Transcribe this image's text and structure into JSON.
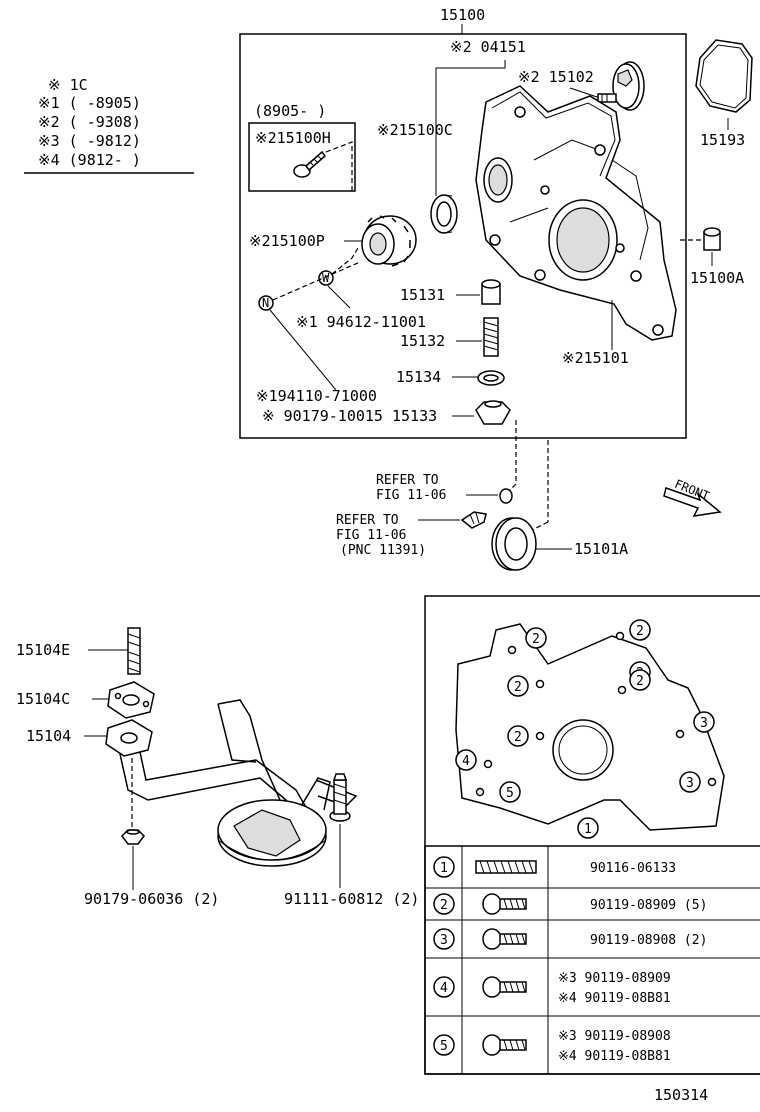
{
  "legend": {
    "header": "※ 1C",
    "rows": [
      "※1 (    -8905)",
      "※2 (    -9308)",
      "※3 (    -9812)",
      "※4 (9812-    )"
    ]
  },
  "assembly_label": "15100",
  "inset_range": "(8905-    )",
  "callouts": {
    "c_04151": "※2 04151",
    "c_15102": "※2 15102",
    "c_15193": "15193",
    "c_15100H": "※215100H",
    "c_15100C": "※215100C",
    "c_15100P": "※215100P",
    "c_15100A": "15100A",
    "c_15131": "15131",
    "c_94612": "※1 94612-11001",
    "c_15132": "15132",
    "c_15101": "※215101",
    "c_15134": "15134",
    "c_194110": "※194110-71000",
    "c_90179_10015": "※ 90179-10015",
    "c_15133": "15133",
    "c_refer1a": "REFER TO",
    "c_refer1b": "FIG 11-06",
    "c_refer2a": "REFER TO",
    "c_refer2b": "FIG 11-06",
    "c_refer2c": "(PNC 11391)",
    "c_15101A": "15101A",
    "c_front": "FRONT",
    "c_15104E": "15104E",
    "c_15104C": "15104C",
    "c_15104": "15104",
    "c_90179_06036": "90179-06036 (2)",
    "c_91111": "91111-60812 (2)",
    "marker_w": "W",
    "marker_n": "N"
  },
  "bolt_circles": [
    "2",
    "2",
    "2",
    "2",
    "2",
    "2",
    "3",
    "3",
    "4",
    "5",
    "1"
  ],
  "bolt_table": [
    {
      "num": "1",
      "parts": [
        "90116-06133"
      ]
    },
    {
      "num": "2",
      "parts": [
        "90119-08909 (5)"
      ]
    },
    {
      "num": "3",
      "parts": [
        "90119-08908 (2)"
      ]
    },
    {
      "num": "4",
      "parts": [
        "※3  90119-08909",
        "※4  90119-08B81"
      ]
    },
    {
      "num": "5",
      "parts": [
        "※3  90119-08908",
        "※4  90119-08B81"
      ]
    }
  ],
  "figure_number": "150314"
}
